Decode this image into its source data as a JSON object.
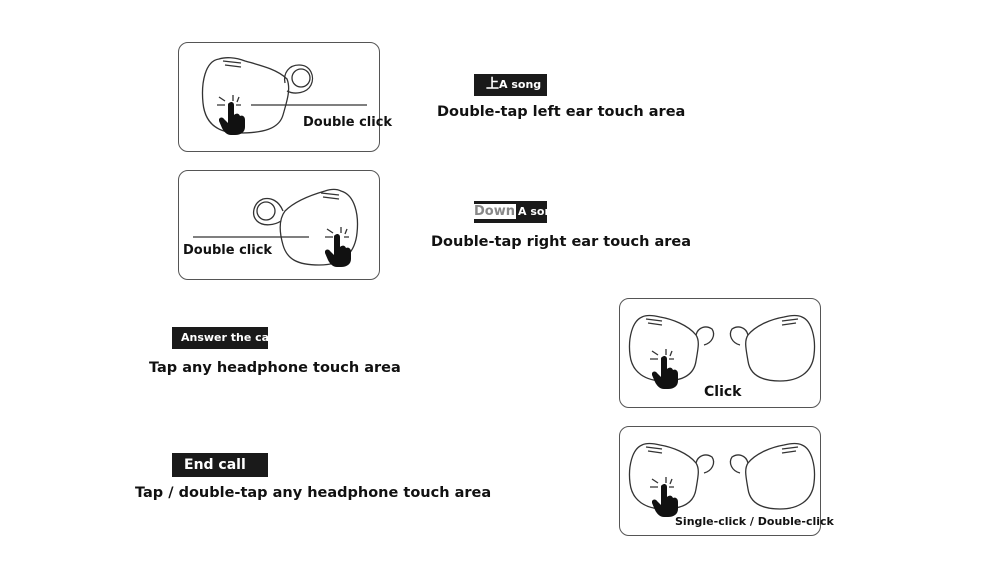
{
  "left_ear": {
    "gesture": "Double click",
    "tag_prefix": "上",
    "tag": "A song",
    "description": "Double-tap left ear touch area"
  },
  "right_ear": {
    "gesture": "Double click",
    "tag_prefix": "Down",
    "tag": "A song",
    "description": "Double-tap right ear touch area"
  },
  "answer_call": {
    "tag": "Answer the call",
    "description": "Tap any headphone touch area",
    "gesture": "Click"
  },
  "end_call": {
    "tag": "End call",
    "description": "Tap / double-tap any headphone touch area",
    "gesture": "Single-click / Double-click"
  },
  "colors": {
    "tag_bg": "#1a1a1a",
    "line": "#333333"
  }
}
